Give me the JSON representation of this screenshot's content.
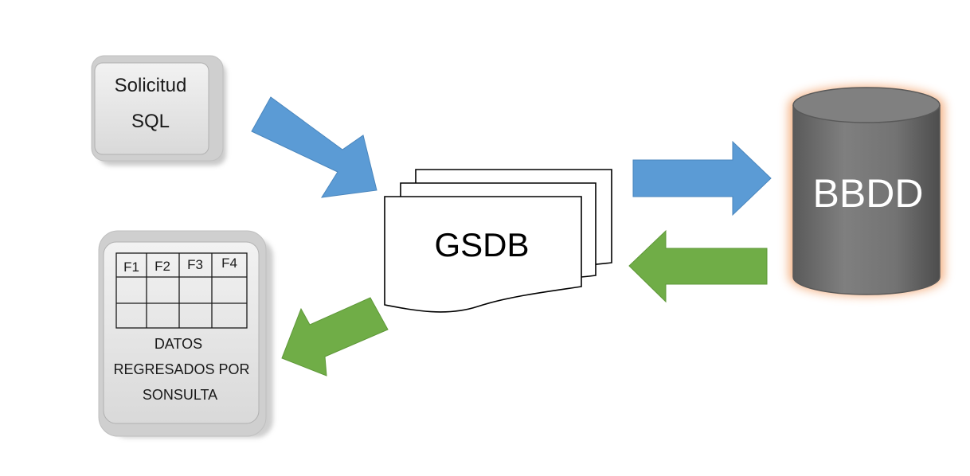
{
  "request_box": {
    "line1": "Solicitud",
    "line2": "SQL"
  },
  "results_box": {
    "headers": [
      "F1",
      "F2",
      "F3",
      "F4"
    ],
    "line1": "DATOS",
    "line2": "REGRESADOS POR",
    "line3": "SONSULTA"
  },
  "gsdb": {
    "label": "GSDB"
  },
  "database": {
    "label": "BBDD"
  },
  "colors": {
    "blue_arrow": "#5b9bd5",
    "green_arrow": "#70ad47",
    "cylinder": "#767676",
    "glow": "#f4b183"
  }
}
